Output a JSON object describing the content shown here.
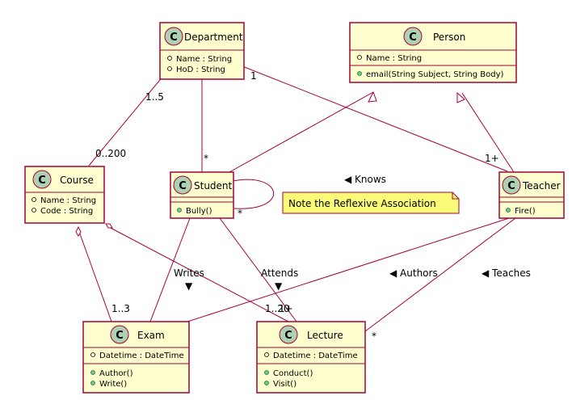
{
  "classes": {
    "department": {
      "name": "Department",
      "attributes": [
        "Name : String",
        "HoD : String"
      ],
      "methods": []
    },
    "person": {
      "name": "Person",
      "attributes": [
        "Name : String"
      ],
      "methods": [
        "email(String Subject, String Body)"
      ]
    },
    "course": {
      "name": "Course",
      "attributes": [
        "Name : String",
        "Code : String"
      ],
      "methods": []
    },
    "student": {
      "name": "Student",
      "attributes": [],
      "methods": [
        "Bully()"
      ]
    },
    "teacher": {
      "name": "Teacher",
      "attributes": [],
      "methods": [
        "Fire()"
      ]
    },
    "exam": {
      "name": "Exam",
      "attributes": [
        "Datetime : DateTime"
      ],
      "methods": [
        "Author()",
        "Write()"
      ]
    },
    "lecture": {
      "name": "Lecture",
      "attributes": [
        "Datetime : DateTime"
      ],
      "methods": [
        "Conduct()",
        "Visit()"
      ]
    }
  },
  "class_icon_letter": "C",
  "labels": {
    "dept_teacher_mult": "1",
    "dept_course_mult": "1..5",
    "course_dept_mult": "0..200",
    "dept_student_mult": "*",
    "teacher_dept_mult": "1+",
    "student_self_mult": "*",
    "knows": "◀  Knows",
    "writes": "Writes",
    "writes_arrow": "▼",
    "attends": "Attends",
    "attends_arrow": "▼",
    "authors": "◀ Authors",
    "teaches": "◀ Teaches",
    "exam_mult": "1..3",
    "lecture_mult_a": "1..20",
    "lecture_mult_b": "1+",
    "lecture_teach_mult": "*"
  },
  "note": "Note the Reflexive Association",
  "colors": {
    "class_fill": "#FEFECE",
    "border": "#A80036",
    "icon_fill": "#ADD1B2",
    "note_fill": "#FBFB77",
    "line": "#A80036"
  }
}
